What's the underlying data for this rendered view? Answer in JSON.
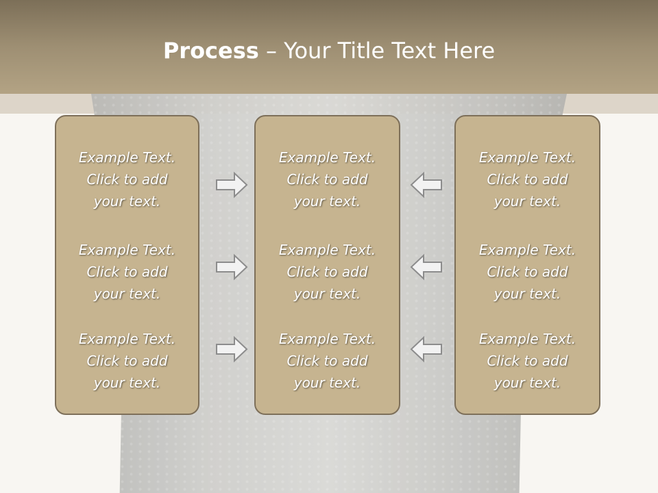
{
  "slide": {
    "title_bold": "Process",
    "title_rest": " – Your Title Text Here"
  },
  "colors": {
    "header": "#9e8f73",
    "box_fill": "#c6b490",
    "box_border": "#7d6f59",
    "arrow": "#8c8c8c"
  },
  "columns": [
    {
      "items": [
        {
          "line1": "Example Text.",
          "line2": "Click  to add",
          "line3": "your text."
        },
        {
          "line1": "Example Text.",
          "line2": "Click  to add",
          "line3": "your text."
        },
        {
          "line1": "Example Text.",
          "line2": "Click  to add",
          "line3": "your text."
        }
      ]
    },
    {
      "items": [
        {
          "line1": "Example Text.",
          "line2": "Click  to add",
          "line3": "your text."
        },
        {
          "line1": "Example Text.",
          "line2": "Click  to add",
          "line3": "your text."
        },
        {
          "line1": "Example Text.",
          "line2": "Click  to add",
          "line3": "your text."
        }
      ]
    },
    {
      "items": [
        {
          "line1": "Example Text.",
          "line2": "Click  to add",
          "line3": "your text."
        },
        {
          "line1": "Example Text.",
          "line2": "Click  to add",
          "line3": "your text."
        },
        {
          "line1": "Example Text.",
          "line2": "Click  to add",
          "line3": "your text."
        }
      ]
    }
  ],
  "arrows": {
    "left_group": "arrow-right-icon",
    "right_group": "arrow-left-icon"
  }
}
